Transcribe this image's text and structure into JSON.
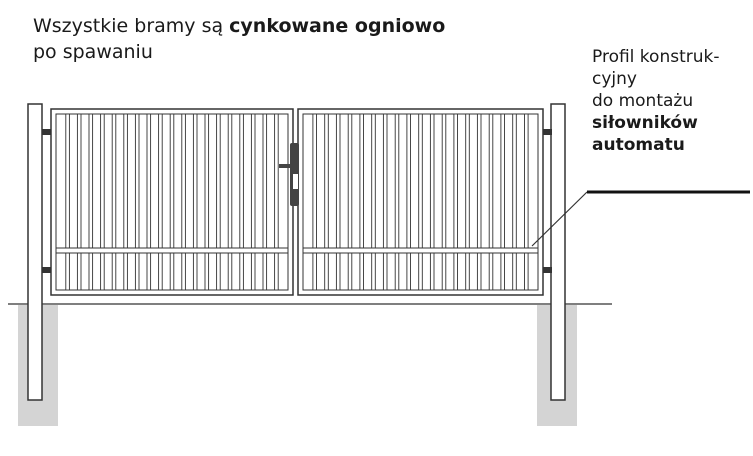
{
  "headline": {
    "before": "Wszystkie bramy są ",
    "bold": "cynkowane ogniowo",
    "after": "po spawaniu"
  },
  "side_note": {
    "line1": "Profil konstruk-",
    "line2": "cyjny",
    "line3": "do montażu",
    "bold1": "siłowników",
    "bold2": "automatu"
  },
  "colors": {
    "outline": "#333333",
    "ground_fill": "#d4d4d4",
    "text": "#1a1a1a"
  },
  "gate": {
    "type": "double-leaf swing gate",
    "bars_per_leaf": 19
  }
}
